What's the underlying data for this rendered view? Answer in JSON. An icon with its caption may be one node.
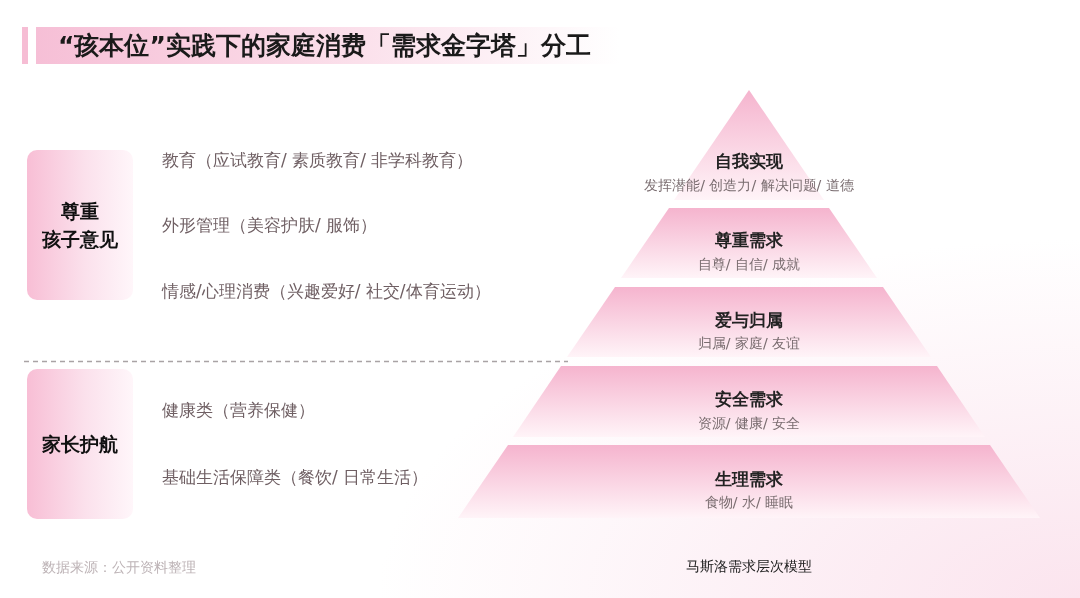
{
  "diagram": {
    "title": "“孩本位”实践下的家庭消费「需求金字塔」分工",
    "caption": "马斯洛需求层次模型",
    "nodes": [
      {
        "text": [
          "尊重孩子意见"
        ]
      },
      {
        "text": [
          "家长护航"
        ]
      },
      {
        "text": [
          "自我实现",
          "发挥潜能/ 创造力/ 解决问题/ 道德"
        ]
      },
      {
        "text": [
          "尊重需求",
          "自尊/ 自信/ 成就"
        ]
      },
      {
        "text": [
          "爱与归属",
          "归属/ 家庭/ 友谊"
        ]
      },
      {
        "text": [
          "安全需求",
          "资源/ 健康/ 安全"
        ]
      },
      {
        "text": [
          "生理需求",
          "食物/ 水/ 睡眠"
        ]
      }
    ],
    "labels": [
      "教育（应试教育/ 素质教育/ 非学科教育）",
      "外形管理（美容护肤/ 服饰）",
      "情感/心理消费（兴趣爱好/ 社交/体育运动）",
      "健康类（营养保健）",
      "基础生活保障类（餐饮/ 日常生活）",
      "数据来源：公开资料整理"
    ]
  }
}
